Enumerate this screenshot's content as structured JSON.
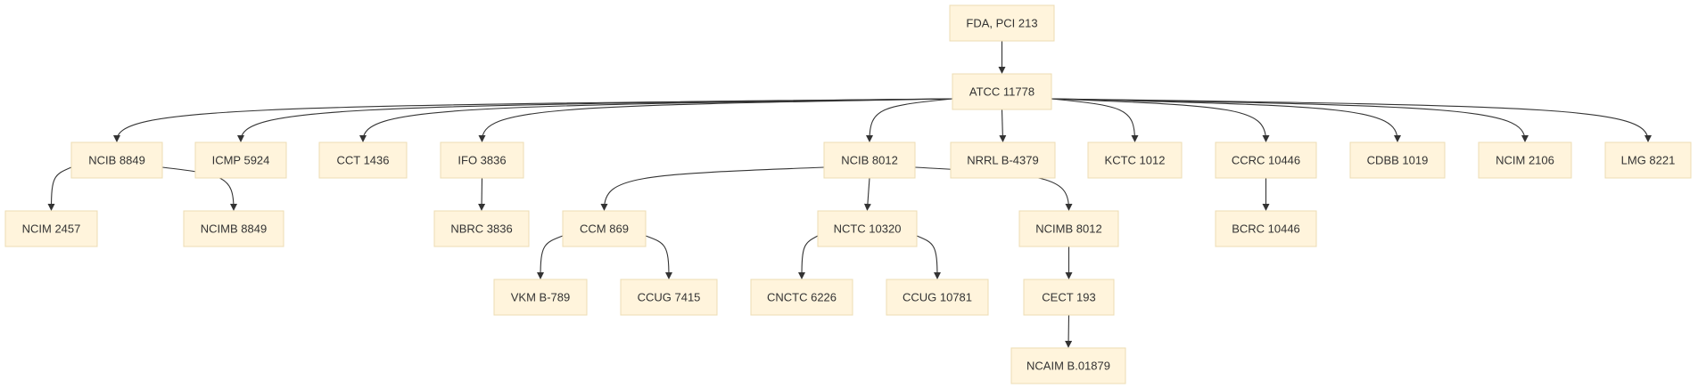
{
  "diagram": {
    "type": "tree",
    "nodes": [
      {
        "id": "fda",
        "label": "FDA, PCI 213"
      },
      {
        "id": "atcc",
        "label": "ATCC 11778"
      },
      {
        "id": "ncib8849",
        "label": "NCIB 8849"
      },
      {
        "id": "icmp",
        "label": "ICMP 5924"
      },
      {
        "id": "cct",
        "label": "CCT 1436"
      },
      {
        "id": "ifo",
        "label": "IFO 3836"
      },
      {
        "id": "ncib8012",
        "label": "NCIB 8012"
      },
      {
        "id": "nrrl",
        "label": "NRRL B-4379"
      },
      {
        "id": "kctc",
        "label": "KCTC 1012"
      },
      {
        "id": "ccrc",
        "label": "CCRC 10446"
      },
      {
        "id": "cdbb",
        "label": "CDBB 1019"
      },
      {
        "id": "ncim2106",
        "label": "NCIM 2106"
      },
      {
        "id": "lmg",
        "label": "LMG 8221"
      },
      {
        "id": "ncim2457",
        "label": "NCIM 2457"
      },
      {
        "id": "ncimb8849",
        "label": "NCIMB 8849"
      },
      {
        "id": "nbrc",
        "label": "NBRC 3836"
      },
      {
        "id": "ccm",
        "label": "CCM 869"
      },
      {
        "id": "nctc",
        "label": "NCTC 10320"
      },
      {
        "id": "ncimb8012",
        "label": "NCIMB 8012"
      },
      {
        "id": "bcrc",
        "label": "BCRC 10446"
      },
      {
        "id": "vkm",
        "label": "VKM B-789"
      },
      {
        "id": "ccug7415",
        "label": "CCUG 7415"
      },
      {
        "id": "cnctc",
        "label": "CNCTC 6226"
      },
      {
        "id": "ccug10781",
        "label": "CCUG 10781"
      },
      {
        "id": "cect",
        "label": "CECT 193"
      },
      {
        "id": "ncaim",
        "label": "NCAIM B.01879"
      }
    ],
    "edges": [
      [
        "fda",
        "atcc"
      ],
      [
        "atcc",
        "ncib8849"
      ],
      [
        "atcc",
        "icmp"
      ],
      [
        "atcc",
        "cct"
      ],
      [
        "atcc",
        "ifo"
      ],
      [
        "atcc",
        "ncib8012"
      ],
      [
        "atcc",
        "nrrl"
      ],
      [
        "atcc",
        "kctc"
      ],
      [
        "atcc",
        "ccrc"
      ],
      [
        "atcc",
        "cdbb"
      ],
      [
        "atcc",
        "ncim2106"
      ],
      [
        "atcc",
        "lmg"
      ],
      [
        "ncib8849",
        "ncim2457"
      ],
      [
        "ncib8849",
        "ncimb8849"
      ],
      [
        "ifo",
        "nbrc"
      ],
      [
        "ncib8012",
        "ccm"
      ],
      [
        "ncib8012",
        "nctc"
      ],
      [
        "ncib8012",
        "ncimb8012"
      ],
      [
        "ccrc",
        "bcrc"
      ],
      [
        "ccm",
        "vkm"
      ],
      [
        "ccm",
        "ccug7415"
      ],
      [
        "nctc",
        "cnctc"
      ],
      [
        "nctc",
        "ccug10781"
      ],
      [
        "ncimb8012",
        "cect"
      ],
      [
        "cect",
        "ncaim"
      ]
    ]
  },
  "colors": {
    "node_fill": "#fff4dc",
    "node_border": "#ecdcb3",
    "edge": "#333333",
    "text": "#333333"
  }
}
